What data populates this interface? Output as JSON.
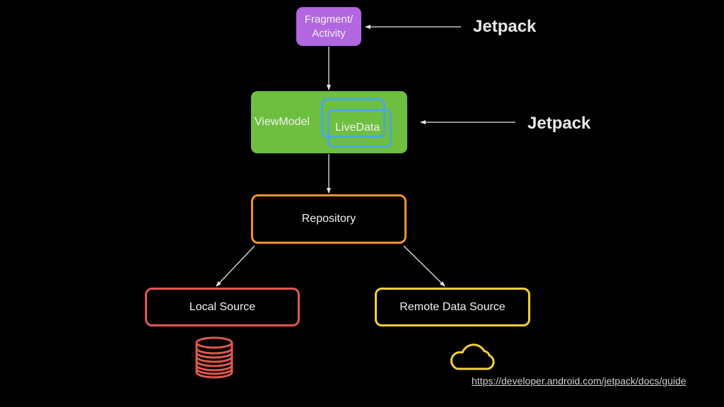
{
  "diagram": {
    "title": "Android app architecture with Jetpack",
    "nodes": {
      "fragment": {
        "label_line1": "Fragment/",
        "label_line2": "Activity",
        "color": "#b266e0"
      },
      "viewmodel": {
        "label": "ViewModel",
        "color": "#6ebf3f"
      },
      "livedata": {
        "label": "LiveData",
        "color": "#4aa7df"
      },
      "repository": {
        "label": "Repository",
        "color": "#f0922c"
      },
      "local_source": {
        "label": "Local Source",
        "color": "#e0584e"
      },
      "remote_source": {
        "label": "Remote Data Source",
        "color": "#f2d03b"
      }
    },
    "annotations": {
      "jetpack_top": "Jetpack",
      "jetpack_middle": "Jetpack"
    },
    "icons": {
      "local_source_icon": "database-icon",
      "remote_source_icon": "cloud-icon"
    },
    "edges": [
      {
        "from": "fragment",
        "to": "viewmodel"
      },
      {
        "from": "viewmodel",
        "to": "repository"
      },
      {
        "from": "repository",
        "to": "local_source"
      },
      {
        "from": "repository",
        "to": "remote_source"
      },
      {
        "from": "jetpack_top",
        "to": "fragment"
      },
      {
        "from": "jetpack_middle",
        "to": "viewmodel"
      }
    ],
    "source_url": "https://developer.android.com/jetpack/docs/guide",
    "connector_color": "#e6e6e6",
    "background": "#000000"
  }
}
